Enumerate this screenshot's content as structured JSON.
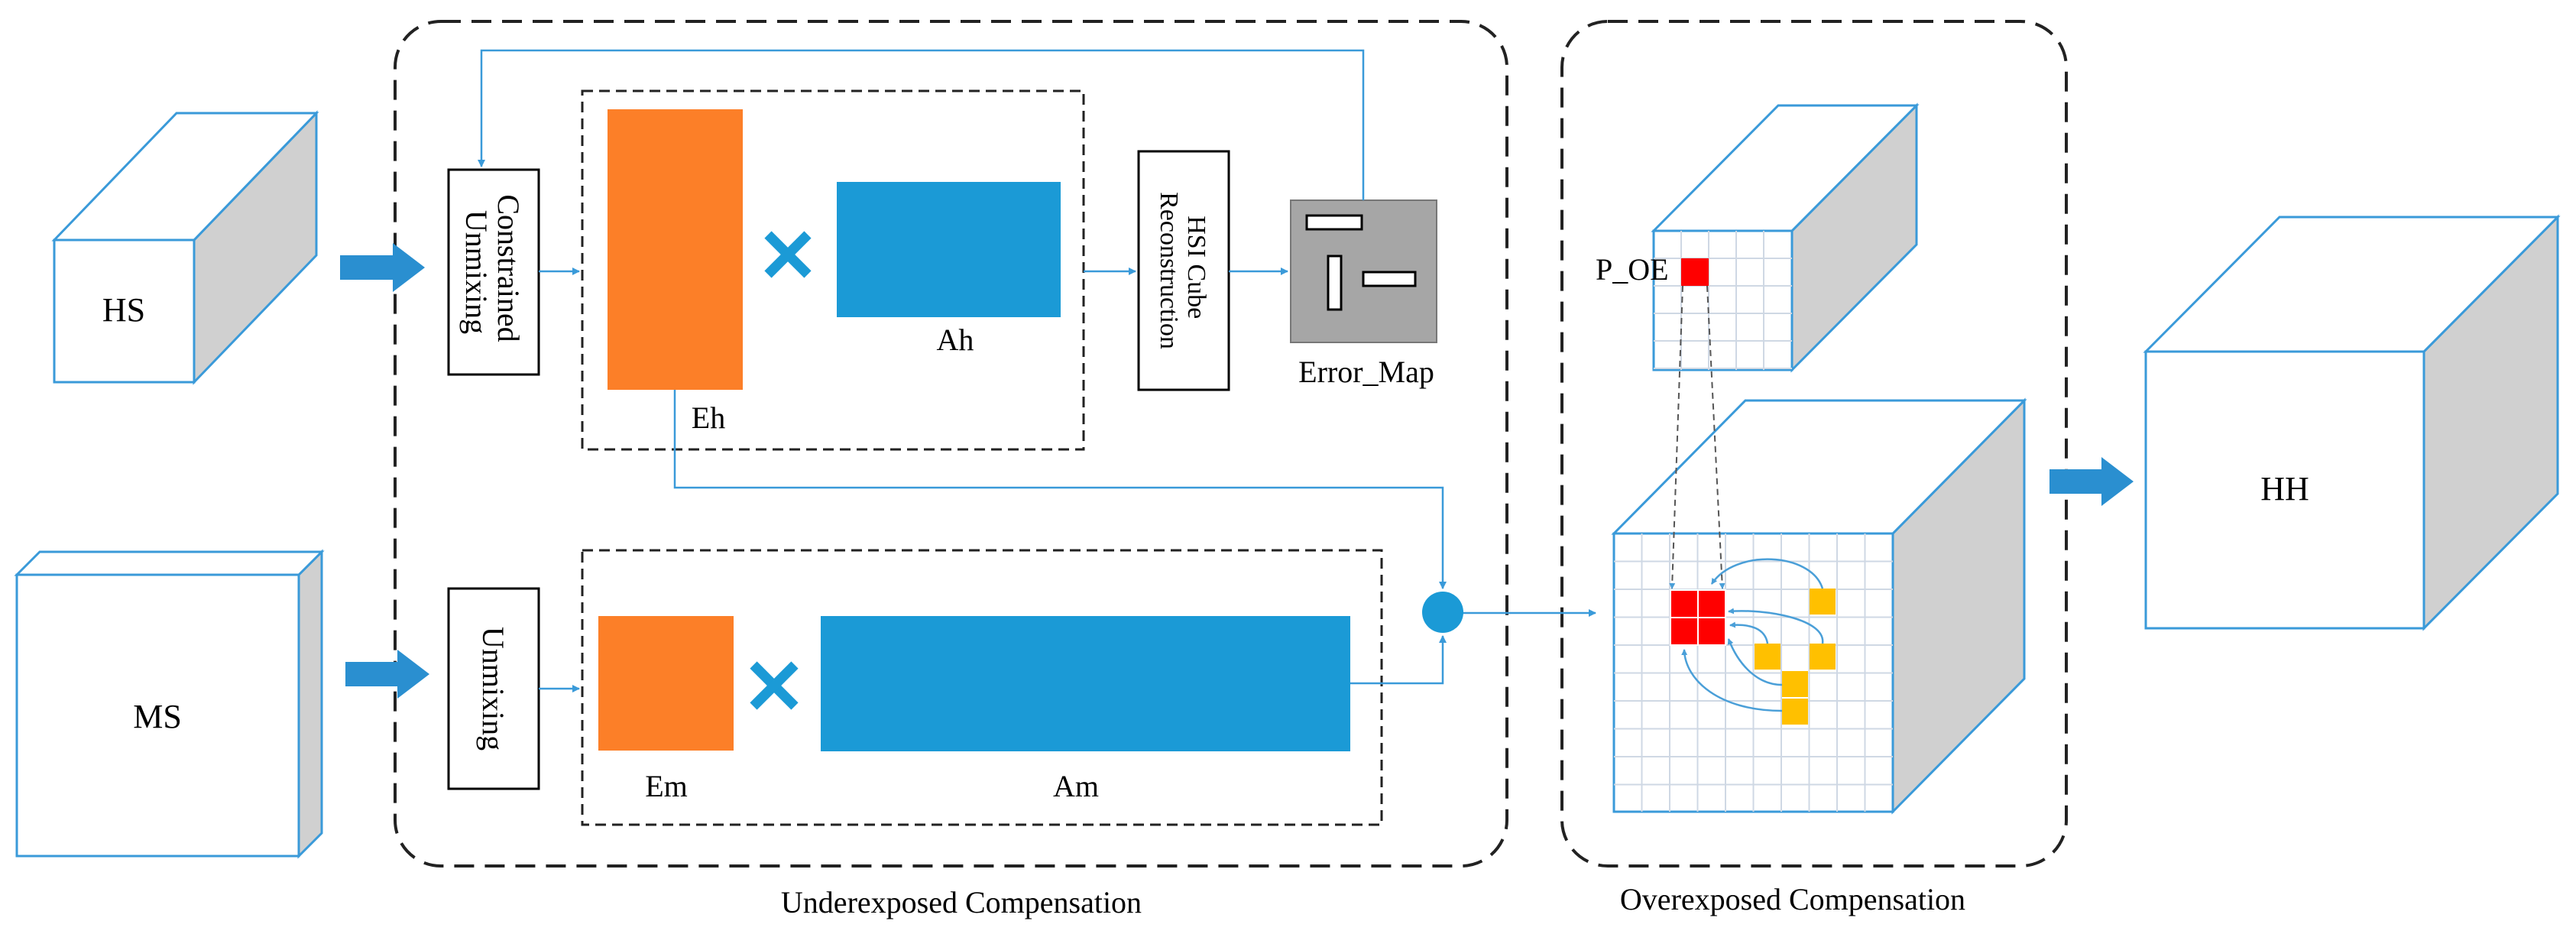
{
  "inputs": {
    "hs": "HS",
    "ms": "MS"
  },
  "output": {
    "hh": "HH"
  },
  "steps": {
    "constrained_unmixing": [
      "Constrained",
      "Unmixing"
    ],
    "unmixing": "Unmixing",
    "hsi_cube_reconstruction": [
      "HSI Cube",
      "Reconstruction"
    ]
  },
  "matrices": {
    "eh": "Eh",
    "ah": "Ah",
    "em": "Em",
    "am": "Am"
  },
  "error_map": "Error_Map",
  "pixel_label": "P_OE",
  "groups": {
    "underexposed": "Underexposed Compensation",
    "overexposed": "Overexposed Compensation"
  },
  "colors": {
    "endmember_orange": "#FC7F28",
    "abundance_blue": "#1B9AD6",
    "line_blue": "#3A9AD9",
    "arrow_blue": "#2A8FD0",
    "overexposed_red": "#FF0000",
    "neighbor_yellow": "#FFC000",
    "error_map_gray": "#A6A6A6",
    "cube_side_gray": "#D0D0D0"
  }
}
